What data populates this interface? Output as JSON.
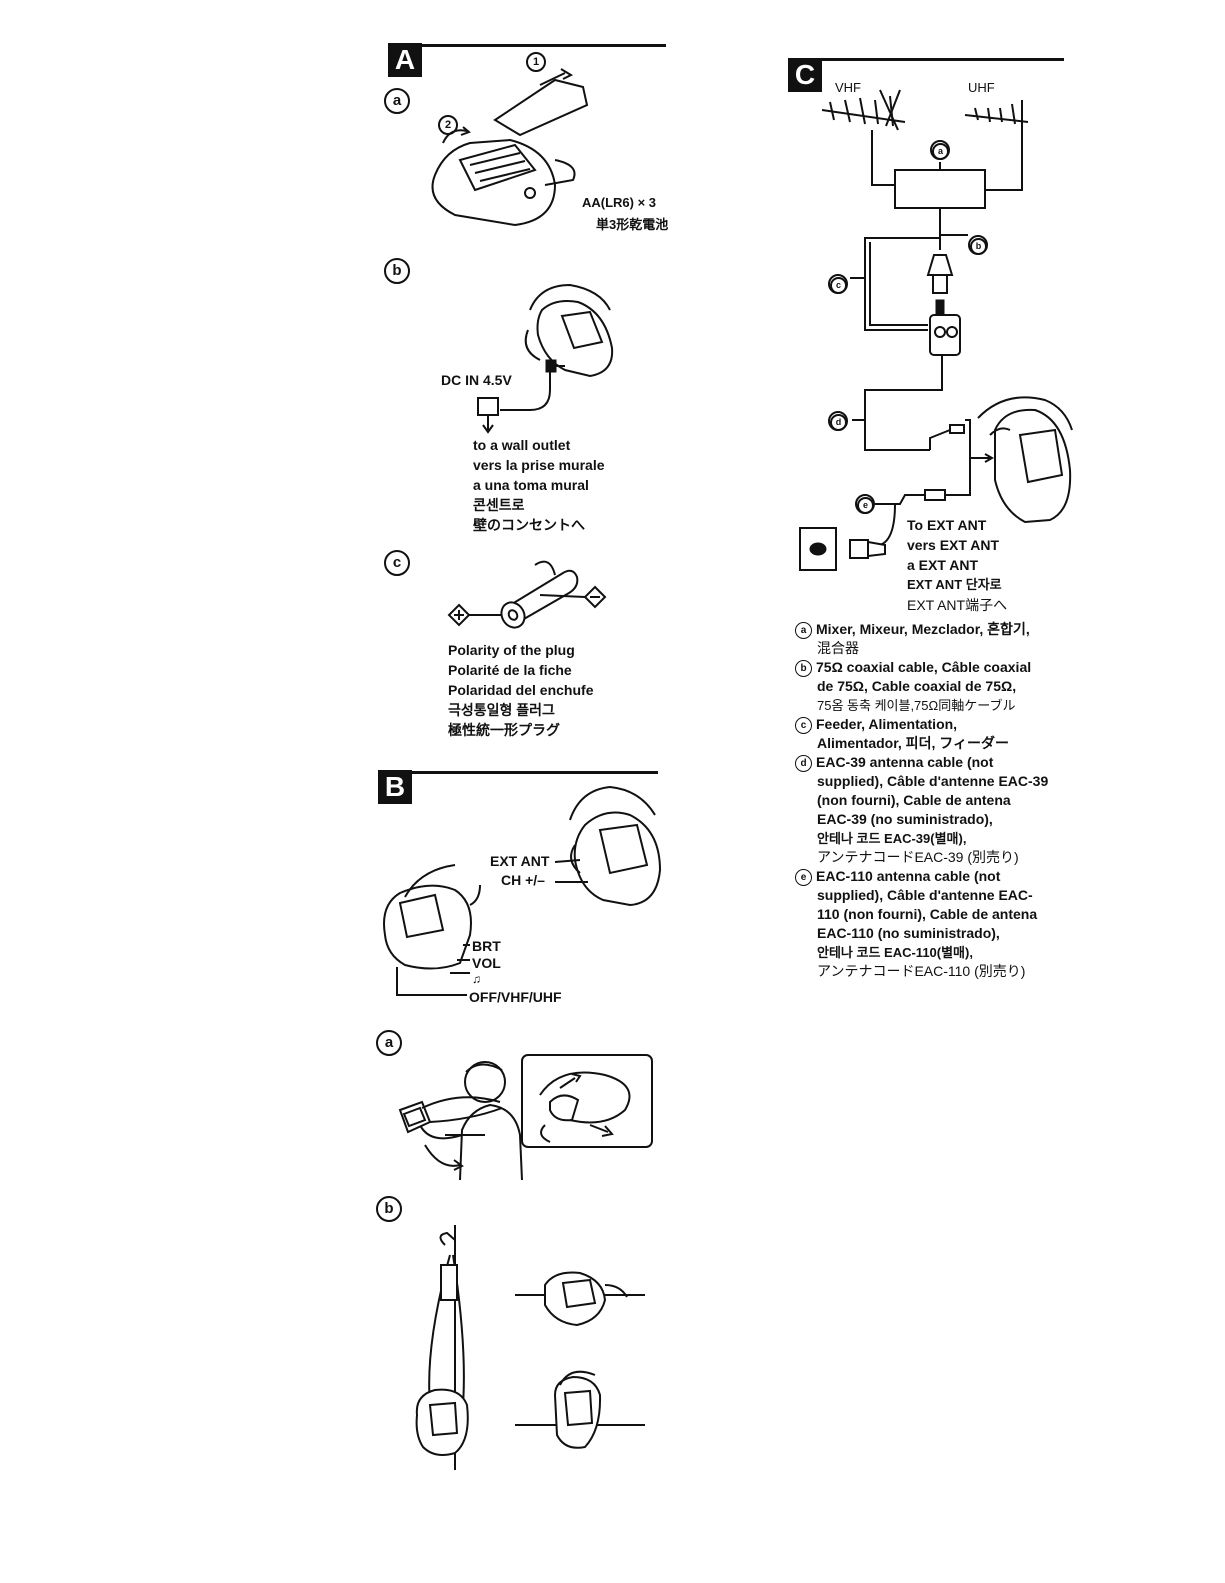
{
  "sections": {
    "a": {
      "letter": "A",
      "sub_a": "a",
      "step1": "1",
      "step2": "2",
      "battery_line1": "AA(LR6) × 3",
      "battery_line2": "単3形乾電池",
      "sub_b": "b",
      "dc_in": "DC IN 4.5V",
      "outlet_lines": [
        "to a wall outlet",
        "vers la prise murale",
        "a una toma mural",
        "콘센트로",
        "壁のコンセントへ"
      ],
      "sub_c": "c",
      "polarity_lines": [
        "Polarity of the plug",
        "Polarité de la fiche",
        "Polaridad del enchufe",
        "극성통일형 플러그",
        "極性統一形プラグ"
      ]
    },
    "b": {
      "letter": "B",
      "ext_ant": "EXT ANT",
      "ch": "CH +/–",
      "brt": "BRT",
      "vol": "VOL",
      "headphone": "♫",
      "power": "OFF/VHF/UHF",
      "sub_a": "a",
      "sub_b": "b"
    },
    "c": {
      "letter": "C",
      "vhf": "VHF",
      "uhf": "UHF",
      "mark_a": "a",
      "mark_b": "b",
      "mark_c": "c",
      "mark_d": "d",
      "mark_e": "e",
      "ext_lines": [
        "To EXT ANT",
        "vers EXT ANT",
        "a EXT ANT",
        "EXT ANT 단자로",
        "EXT ANT端子へ"
      ],
      "legend": [
        {
          "mark": "a",
          "lines": [
            "Mixer, Mixeur, Mezclador, 혼합기,",
            "混合器"
          ]
        },
        {
          "mark": "b",
          "lines": [
            "75Ω coaxial cable, Câble coaxial",
            "de 75Ω, Cable coaxial de 75Ω,",
            "75옴 동축 케이블,75Ω同軸ケーブル"
          ]
        },
        {
          "mark": "c",
          "lines": [
            "Feeder, Alimentation,",
            "Alimentador, 피더, フィーダー"
          ]
        },
        {
          "mark": "d",
          "lines": [
            "EAC-39 antenna cable (not",
            "supplied), Câble d'antenne EAC-39",
            "(non fourni), Cable de antena",
            "EAC-39 (no suministrado),",
            "안테나 코드 EAC-39(별매),",
            "アンテナコードEAC-39 (別売り)"
          ]
        },
        {
          "mark": "e",
          "lines": [
            "EAC-110 antenna cable (not",
            "supplied), Câble d'antenne EAC-",
            "110 (non fourni), Cable de antena",
            "EAC-110 (no suministrado),",
            "안테나 코드 EAC-110(별매),",
            "アンテナコードEAC-110 (別売り)"
          ]
        }
      ]
    }
  }
}
